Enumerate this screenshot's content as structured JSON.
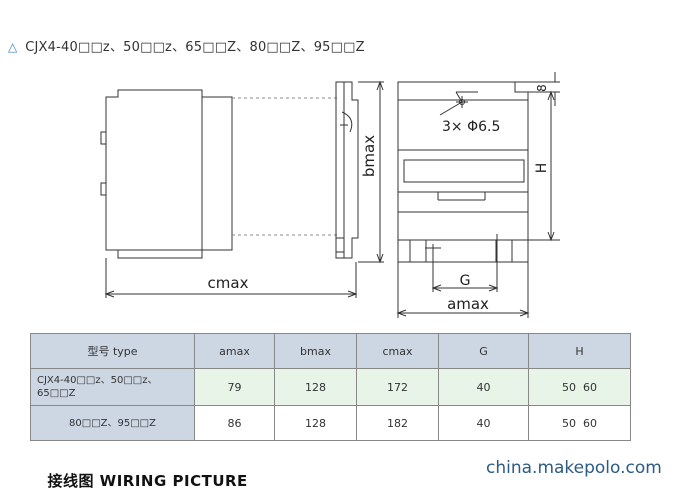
{
  "header": {
    "bullet": "△",
    "series": "CJX4-40□□z、50□□z、65□□Z、80□□Z、95□□Z"
  },
  "drawing": {
    "cmax": "cmax",
    "bmax": "bmax",
    "amax": "amax",
    "G": "G",
    "H": "H",
    "holes": "3× Φ6.5",
    "eight": "8"
  },
  "table": {
    "headers": [
      "型号 type",
      "amax",
      "bmax",
      "cmax",
      "G",
      "H"
    ],
    "rows": [
      {
        "model": "CJX4-40□□z、50□□z、65□□Z",
        "amax": "79",
        "bmax": "128",
        "cmax": "172",
        "G": "40",
        "H": "50  60"
      },
      {
        "model": "80□□Z、95□□Z",
        "amax": "86",
        "bmax": "128",
        "cmax": "182",
        "G": "40",
        "H": "50  60"
      }
    ]
  },
  "footer": {
    "text": "  接线图 WIRING PICTURE"
  },
  "watermark": "china.makepolo.com"
}
